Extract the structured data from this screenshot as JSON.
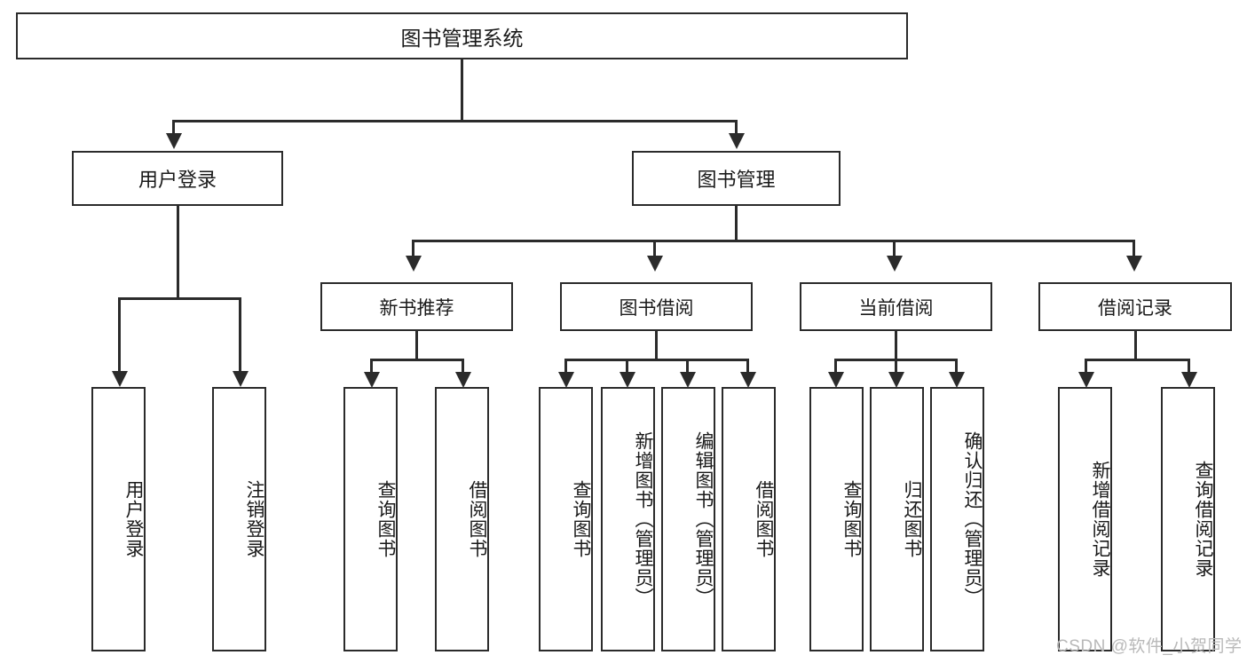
{
  "diagram": {
    "type": "tree-hierarchy",
    "title": "图书管理系统",
    "root": {
      "label": "图书管理系统"
    },
    "level1": [
      {
        "id": "user-login",
        "label": "用户登录"
      },
      {
        "id": "book-management",
        "label": "图书管理"
      }
    ],
    "level2": [
      {
        "id": "new-book-recommend",
        "label": "新书推荐",
        "parent": "book-management"
      },
      {
        "id": "book-borrow",
        "label": "图书借阅",
        "parent": "book-management"
      },
      {
        "id": "current-borrow",
        "label": "当前借阅",
        "parent": "book-management"
      },
      {
        "id": "borrow-record",
        "label": "借阅记录",
        "parent": "book-management"
      }
    ],
    "leaves": [
      {
        "id": "leaf-user-login",
        "label": "用户登录",
        "parent": "user-login"
      },
      {
        "id": "leaf-logout",
        "label": "注销登录",
        "parent": "user-login"
      },
      {
        "id": "leaf-query-book-1",
        "label": "查询图书",
        "parent": "new-book-recommend"
      },
      {
        "id": "leaf-borrow-book-1",
        "label": "借阅图书",
        "parent": "new-book-recommend"
      },
      {
        "id": "leaf-query-book-2",
        "label": "查询图书",
        "parent": "book-borrow"
      },
      {
        "id": "leaf-add-book",
        "label": "新增图书（管理员）",
        "parent": "book-borrow"
      },
      {
        "id": "leaf-edit-book",
        "label": "编辑图书（管理员）",
        "parent": "book-borrow"
      },
      {
        "id": "leaf-borrow-book-2",
        "label": "借阅图书",
        "parent": "book-borrow"
      },
      {
        "id": "leaf-query-book-3",
        "label": "查询图书",
        "parent": "current-borrow"
      },
      {
        "id": "leaf-return-book",
        "label": "归还图书",
        "parent": "current-borrow"
      },
      {
        "id": "leaf-confirm-return",
        "label": "确认归还（管理员）",
        "parent": "current-borrow"
      },
      {
        "id": "leaf-add-record",
        "label": "新增借阅记录",
        "parent": "borrow-record"
      },
      {
        "id": "leaf-query-record",
        "label": "查询借阅记录",
        "parent": "borrow-record"
      }
    ]
  },
  "watermark": {
    "text": "CSDN @软件_小贺同学"
  },
  "colors": {
    "stroke": "#2b2b2b",
    "text": "#1a1a1a",
    "background": "#ffffff",
    "watermark": "#b9b9b9"
  }
}
